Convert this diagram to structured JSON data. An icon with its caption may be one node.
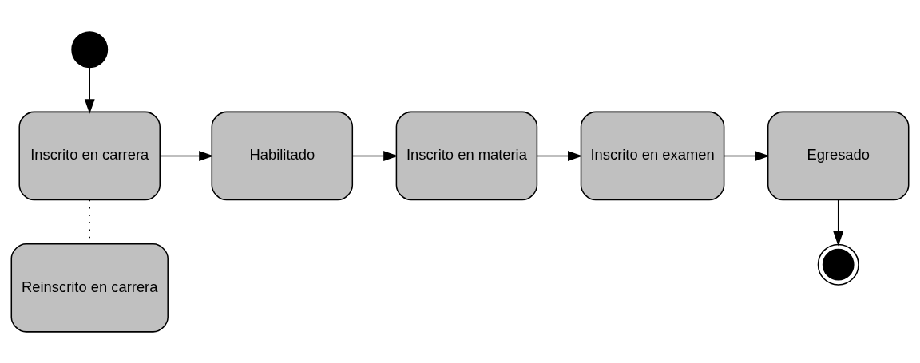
{
  "diagram": {
    "nodes": [
      {
        "text": [],
        "shape": "circle"
      },
      {
        "text": [
          "Inscrito en carrera"
        ]
      },
      {
        "text": [
          "Reinscrito en carrera"
        ]
      },
      {
        "text": [
          "Habilitado"
        ]
      },
      {
        "text": [
          "Inscrito en materia"
        ]
      },
      {
        "text": [
          "Inscrito en examen"
        ]
      },
      {
        "text": [
          "Egresado"
        ]
      },
      {
        "text": [],
        "shape": "bullseye"
      }
    ],
    "edges": [
      {
        "from": 0,
        "to": 1,
        "arrow": "to"
      },
      {
        "from": 1,
        "to": 2,
        "arrow": "none",
        "style": "dashed"
      },
      {
        "from": 1,
        "to": 3,
        "arrow": "to"
      },
      {
        "from": 3,
        "to": 4,
        "arrow": "to"
      },
      {
        "from": 4,
        "to": 5,
        "arrow": "to"
      },
      {
        "from": 5,
        "to": 6,
        "arrow": "to"
      },
      {
        "from": 6,
        "to": 7,
        "arrow": "to"
      }
    ]
  }
}
